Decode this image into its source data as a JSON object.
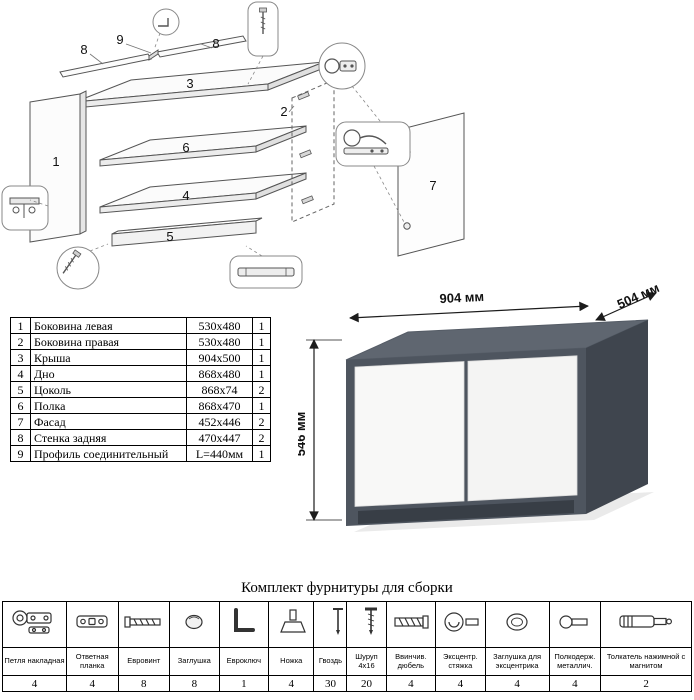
{
  "parts": {
    "rows": [
      {
        "num": "1",
        "name": "Боковина левая",
        "size": "530x480",
        "qty": "1"
      },
      {
        "num": "2",
        "name": "Боковина правая",
        "size": "530x480",
        "qty": "1"
      },
      {
        "num": "3",
        "name": "Крыша",
        "size": "904x500",
        "qty": "1"
      },
      {
        "num": "4",
        "name": "Дно",
        "size": "868x480",
        "qty": "1"
      },
      {
        "num": "5",
        "name": "Цоколь",
        "size": "868x74",
        "qty": "2"
      },
      {
        "num": "6",
        "name": "Полка",
        "size": "868x470",
        "qty": "1"
      },
      {
        "num": "7",
        "name": "Фасад",
        "size": "452x446",
        "qty": "2"
      },
      {
        "num": "8",
        "name": "Стенка задняя",
        "size": "470x447",
        "qty": "2"
      },
      {
        "num": "9",
        "name": "Профиль соединительный",
        "size": "L=440мм",
        "qty": "1"
      }
    ]
  },
  "dimensions": {
    "width": "904 мм",
    "depth": "504 мм",
    "height": "546 мм"
  },
  "exploded": {
    "labels": {
      "p1": "1",
      "p2": "2",
      "p3": "3",
      "p4": "4",
      "p5": "5",
      "p6": "6",
      "p7": "7",
      "p8a": "8",
      "p8b": "8",
      "p9": "9"
    }
  },
  "colors": {
    "cabinet_front": "#4e555f",
    "cabinet_top": "#5f6670",
    "cabinet_side": "#3f454e",
    "door": "#f8f8f7",
    "plinth": "#383e46",
    "shadow": "#eaeaea"
  },
  "hardware": {
    "title": "Комплект фурнитуры для сборки",
    "items": [
      {
        "label": "Петля накладная",
        "qty": "4",
        "icon": "hinge-icon"
      },
      {
        "label": "Ответная планка",
        "qty": "4",
        "icon": "plate-icon"
      },
      {
        "label": "Евровинт",
        "qty": "8",
        "icon": "euroscrew-icon"
      },
      {
        "label": "Заглушка",
        "qty": "8",
        "icon": "cap-icon"
      },
      {
        "label": "Евроключ",
        "qty": "1",
        "icon": "hexkey-icon"
      },
      {
        "label": "Ножка",
        "qty": "4",
        "icon": "foot-icon"
      },
      {
        "label": "Гвоздь",
        "qty": "30",
        "icon": "nail-icon"
      },
      {
        "label": "Шуруп 4x16",
        "qty": "20",
        "icon": "screw-icon"
      },
      {
        "label": "Ввинчив. дюбель",
        "qty": "4",
        "icon": "dowel-icon"
      },
      {
        "label": "Эксцентр. стяжка",
        "qty": "4",
        "icon": "camlock-icon"
      },
      {
        "label": "Заглушка для эксцентрика",
        "qty": "4",
        "icon": "camcap-icon"
      },
      {
        "label": "Полкодерж. металлич.",
        "qty": "4",
        "icon": "shelfpin-icon"
      },
      {
        "label": "Толкатель нажимной с магнитом",
        "qty": "2",
        "icon": "pushlatch-icon"
      }
    ]
  }
}
